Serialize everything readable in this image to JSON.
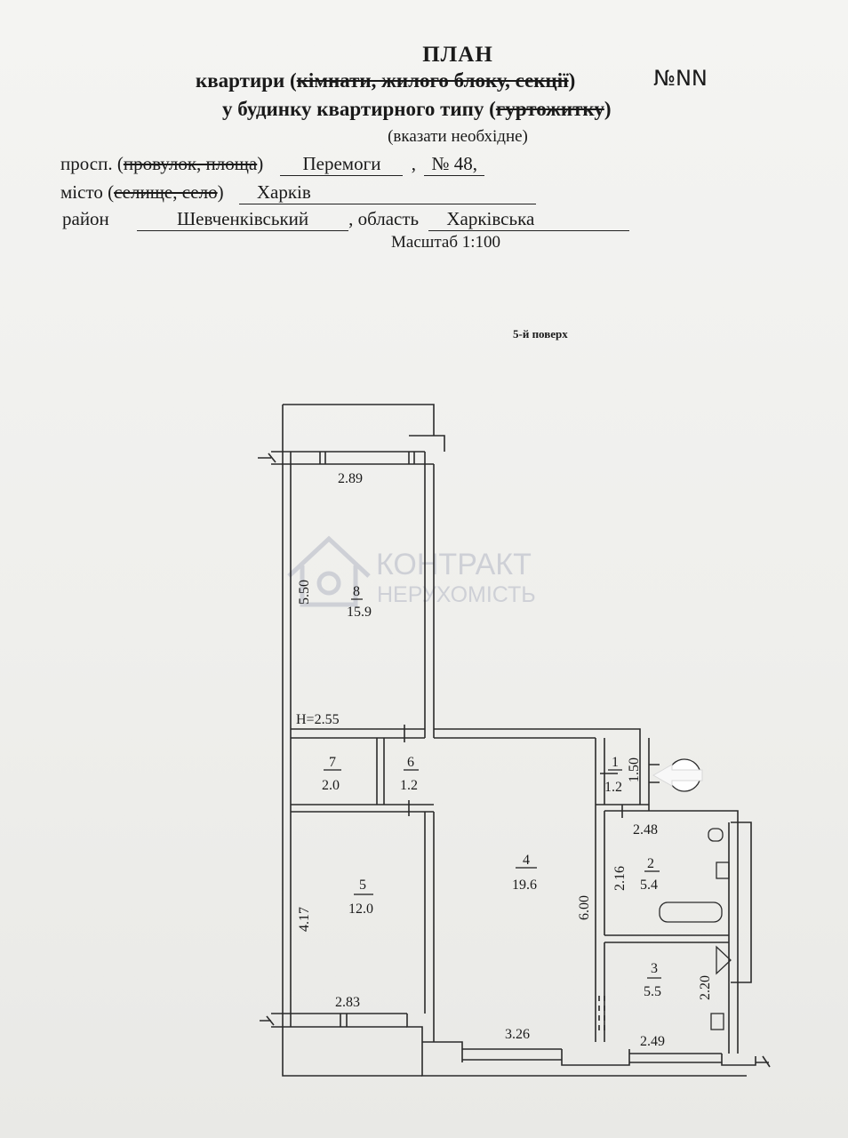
{
  "header": {
    "title": "ПЛАН",
    "line1_prefix": "квартири (",
    "line1_struck": "кімнати, жилого блоку, секції",
    "line1_suffix": ")",
    "line1_mark": "№NN",
    "line2_prefix": "у будинку квартирного типу (",
    "line2_struck": "гуртожитку",
    "line2_suffix": ")",
    "note": "(вказати необхідне)"
  },
  "address": {
    "street_type_prefix": "просп. (",
    "street_type_struck": "провулок, площа",
    "street_type_suffix": ")",
    "street_name": "Перемоги",
    "house_number": "№ 48,",
    "city_prefix": "місто (",
    "city_struck": "селище, село",
    "city_suffix": ")",
    "city_name": "Харків",
    "district_label": "район",
    "district_name": "Шевченківський",
    "region_label": ", область",
    "region_name": "Харківська",
    "scale": "Масштаб 1:100"
  },
  "floor_label": "5-й поверх",
  "watermark": {
    "line1": "КОНТРАКТ",
    "line2": "НЕРУХОМІСТЬ"
  },
  "plan": {
    "ceiling_height": "H=2.55",
    "rooms": [
      {
        "number": "8",
        "area": "15.9"
      },
      {
        "number": "7",
        "area": "2.0"
      },
      {
        "number": "6",
        "area": "1.2"
      },
      {
        "number": "5",
        "area": "12.0"
      },
      {
        "number": "4",
        "area": "19.6"
      },
      {
        "number": "1",
        "area": "1.2"
      },
      {
        "number": "2",
        "area": "5.4"
      },
      {
        "number": "3",
        "area": "5.5"
      }
    ],
    "dimensions": [
      "2.89",
      "5.50",
      "4.17",
      "2.83",
      "3.26",
      "2.49",
      "6.00",
      "2.48",
      "2.16",
      "1.50",
      "2.20"
    ]
  }
}
